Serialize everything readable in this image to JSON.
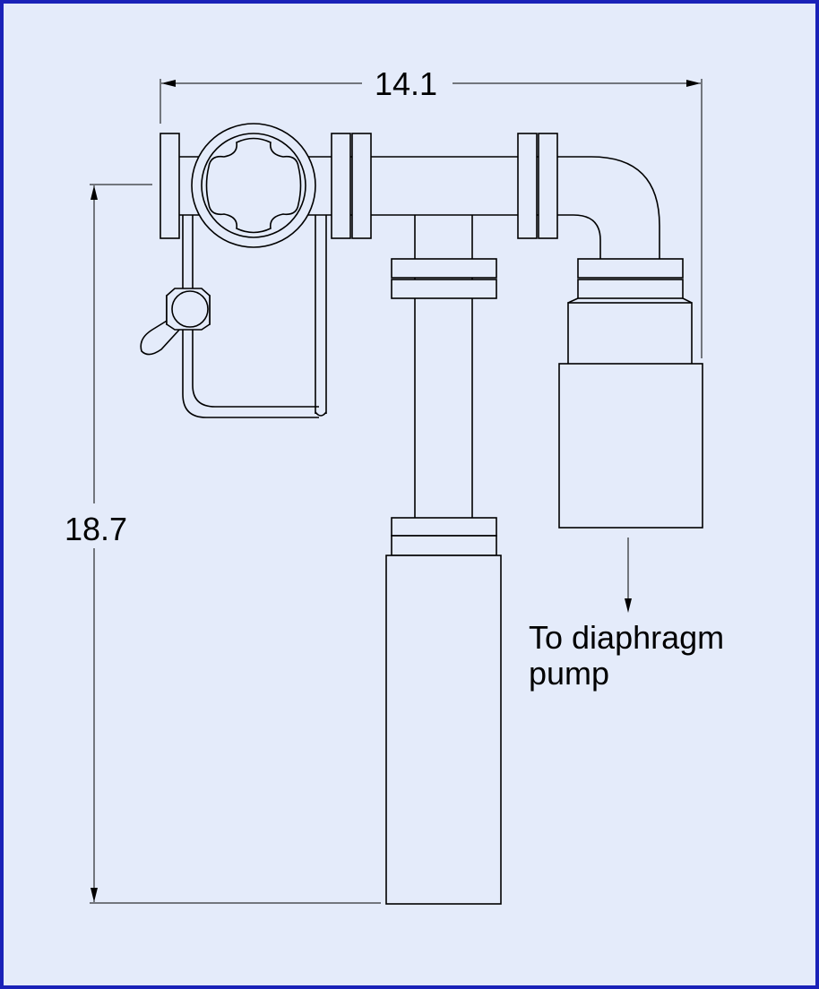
{
  "diagram": {
    "dimensions": {
      "width_label": "14.1",
      "height_label": "18.7"
    },
    "annotation": {
      "line1": "To diaphragm",
      "line2": "pump"
    },
    "colors": {
      "background": "#e4ebfa",
      "border": "#1a22b8",
      "line": "#000000"
    }
  }
}
